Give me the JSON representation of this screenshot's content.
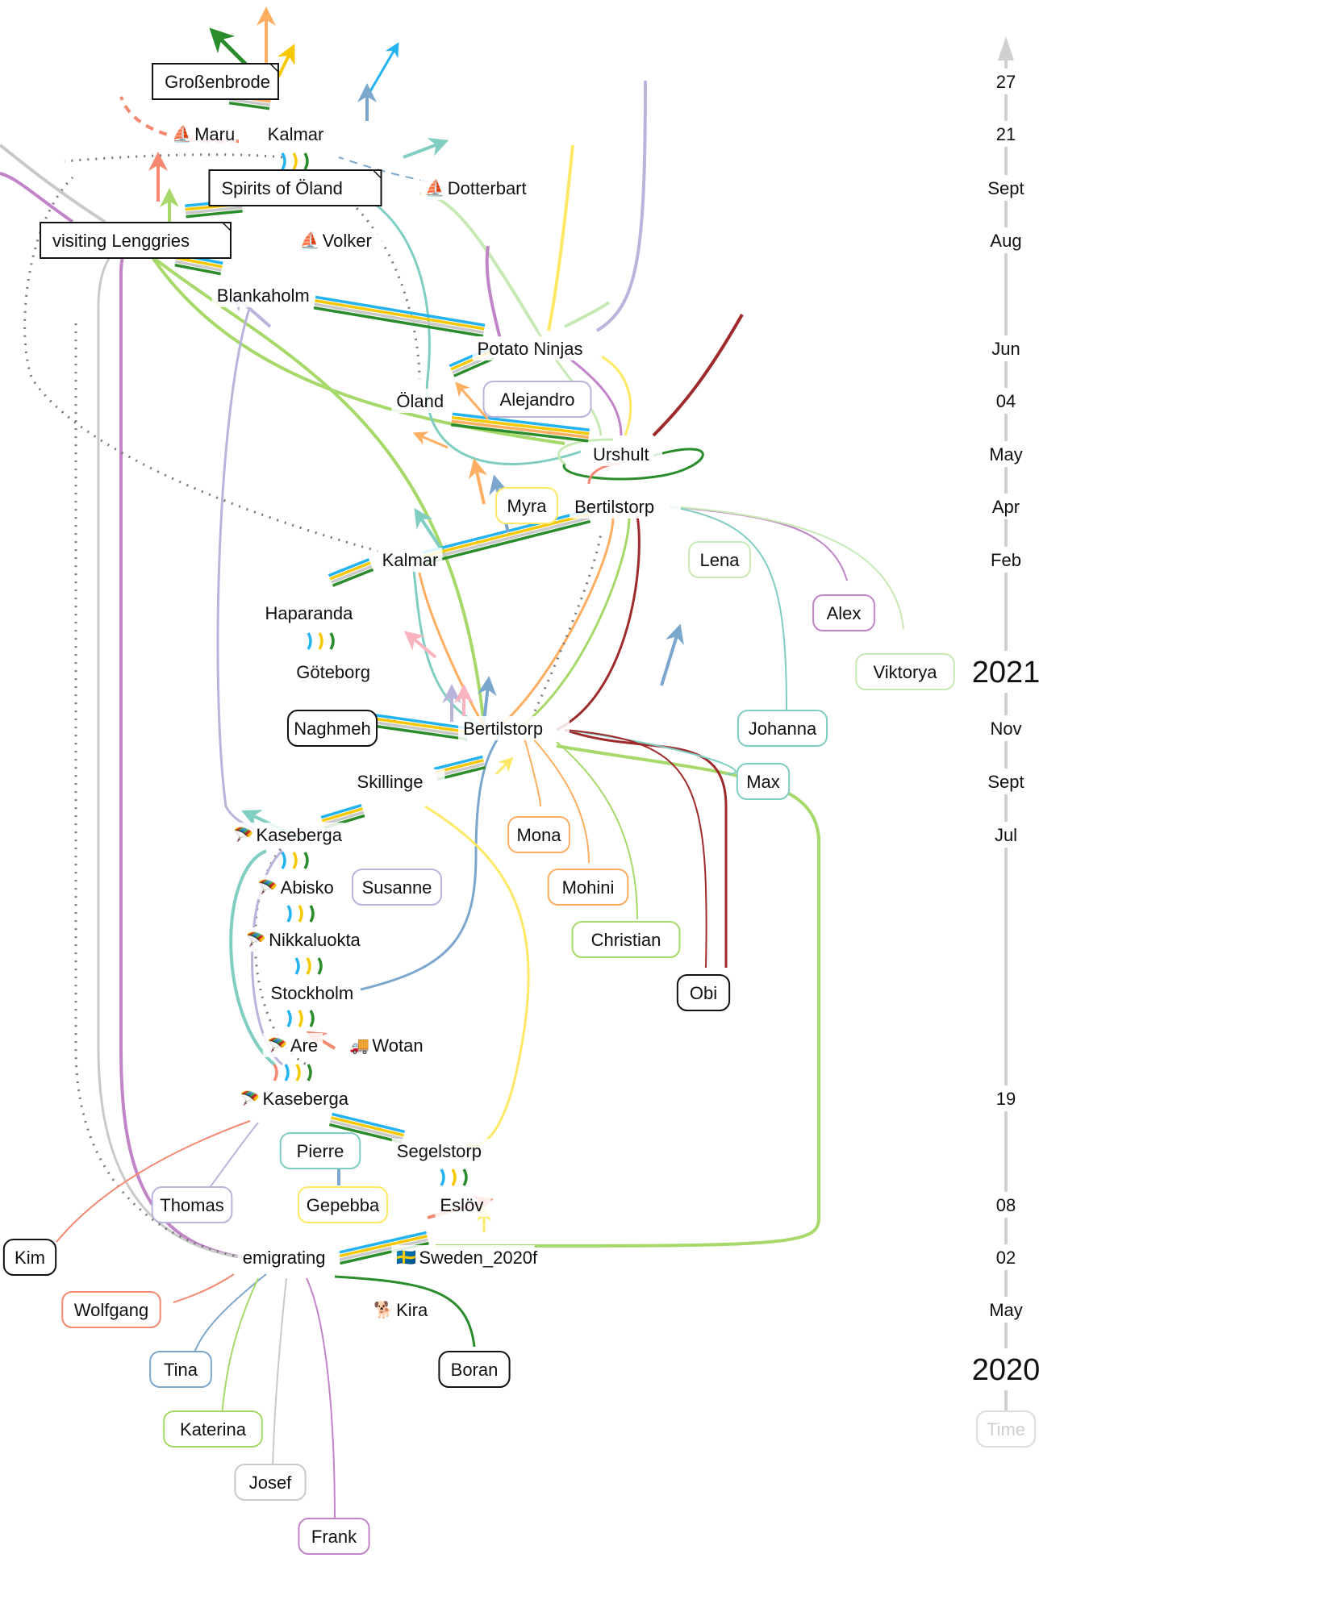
{
  "colors": {
    "green": "#2a8c2a",
    "lightgreen": "#a6d96a",
    "palegreen": "#c7e9b4",
    "yellow": "#ffe866",
    "gold": "#f5c800",
    "orange": "#fdae61",
    "salmon": "#f58870",
    "red": "#9e2a2b",
    "purple": "#c284c9",
    "lavender": "#b9b4dc",
    "teal": "#80cdc1",
    "blue": "#7ba7cf",
    "skyblue": "#22b3f0",
    "gray": "#c9c9c9",
    "pink": "#f9b4c0",
    "black": "#111111"
  },
  "places": [
    {
      "name": "Großenbrode",
      "style": "note"
    },
    {
      "name": "Maru",
      "icon": "sailboat-icon",
      "glyph": "⛵"
    },
    {
      "name": "Kalmar"
    },
    {
      "name": "Spirits of Öland",
      "style": "note"
    },
    {
      "name": "Dotterbart",
      "icon": "sailboat-icon",
      "glyph": "⛵"
    },
    {
      "name": "visiting Lenggries",
      "style": "note"
    },
    {
      "name": "Volker",
      "icon": "sailboat-icon",
      "glyph": "⛵"
    },
    {
      "name": "Blankaholm"
    },
    {
      "name": "Potato Ninjas"
    },
    {
      "name": "Öland"
    },
    {
      "name": "Urshult"
    },
    {
      "name": "Bertilstorp"
    },
    {
      "name": "Kalmar"
    },
    {
      "name": "Haparanda"
    },
    {
      "name": "Göteborg"
    },
    {
      "name": "Bertilstorp"
    },
    {
      "name": "Skillinge"
    },
    {
      "name": "Kaseberga",
      "icon": "paraglider-icon",
      "glyph": "🪂"
    },
    {
      "name": "Abisko",
      "icon": "paraglider-icon",
      "glyph": "🪂"
    },
    {
      "name": "Nikkaluokta",
      "icon": "paraglider-icon",
      "glyph": "🪂"
    },
    {
      "name": "Stockholm"
    },
    {
      "name": "Are",
      "icon": "paraglider-icon",
      "glyph": "🪂"
    },
    {
      "name": "Wotan",
      "icon": "truck-icon",
      "glyph": "🚚"
    },
    {
      "name": "Kaseberga",
      "icon": "paraglider-icon",
      "glyph": "🪂"
    },
    {
      "name": "Segelstorp"
    },
    {
      "name": "Eslöv"
    },
    {
      "name": "emigrating"
    },
    {
      "name": "Sweden_2020f",
      "icon": "sweden-flag-icon",
      "glyph": "🇸🇪"
    },
    {
      "name": "Kira",
      "icon": "dog-icon",
      "glyph": "🐕"
    }
  ],
  "people": [
    {
      "name": "Alejandro",
      "color": "#b9b4dc"
    },
    {
      "name": "Myra",
      "color": "#ffe866"
    },
    {
      "name": "Lena",
      "color": "#c7e9b4"
    },
    {
      "name": "Alex",
      "color": "#c284c9"
    },
    {
      "name": "Viktorya",
      "color": "#c7e9b4"
    },
    {
      "name": "Johanna",
      "color": "#80cdc1"
    },
    {
      "name": "Naghmeh",
      "color": "#111111"
    },
    {
      "name": "Max",
      "color": "#80cdc1"
    },
    {
      "name": "Mona",
      "color": "#fdae61"
    },
    {
      "name": "Mohini",
      "color": "#fdae61"
    },
    {
      "name": "Christian",
      "color": "#a6d96a"
    },
    {
      "name": "Obi",
      "color": "#111111"
    },
    {
      "name": "Susanne",
      "color": "#b9b4dc"
    },
    {
      "name": "Pierre",
      "color": "#80cdc1"
    },
    {
      "name": "Thomas",
      "color": "#b9b4dc"
    },
    {
      "name": "Gepebba",
      "color": "#ffe866"
    },
    {
      "name": "Kim",
      "color": "#111111"
    },
    {
      "name": "Wolfgang",
      "color": "#f58870"
    },
    {
      "name": "Tina",
      "color": "#7ba7cf"
    },
    {
      "name": "Boran",
      "color": "#111111"
    },
    {
      "name": "Katerina",
      "color": "#a6d96a"
    },
    {
      "name": "Josef",
      "color": "#c9c9c9"
    },
    {
      "name": "Frank",
      "color": "#c284c9"
    }
  ],
  "timeline": {
    "labels": [
      "27",
      "21",
      "Sept",
      "Aug",
      "Jun",
      "04",
      "May",
      "Apr",
      "Feb",
      "2021",
      "Nov",
      "Sept",
      "Jul",
      "19",
      "08",
      "02",
      "May",
      "2020"
    ],
    "axis_title": "Time"
  }
}
